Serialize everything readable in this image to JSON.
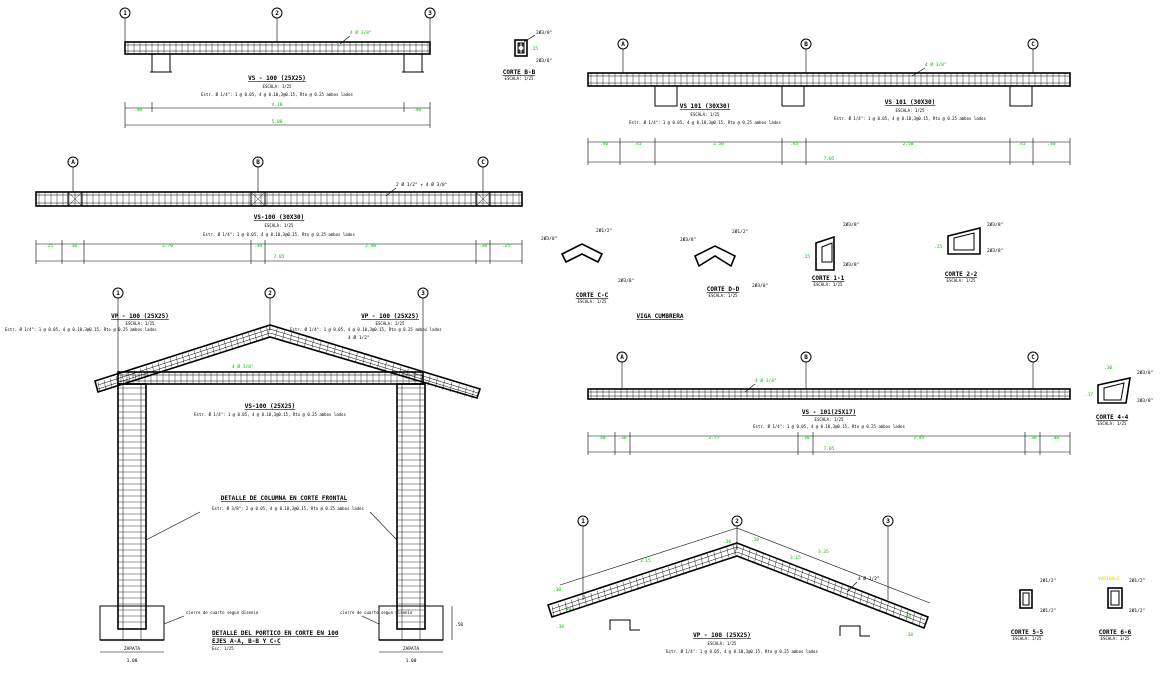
{
  "colors": {
    "dim_text": "#00c000",
    "highlight": "#d8d800",
    "line": "#000000"
  },
  "grid_labels": {
    "one": "1",
    "two": "2",
    "three": "3",
    "A": "A",
    "B": "B",
    "C": "C"
  },
  "beam_top_left": {
    "title": "VS - 100 (25X25)",
    "scale": "ESCALA: 1/25",
    "spec": "Estr. Ø 1/4\": 1 @ 0.05, 4 @ 0.10,3@0.15, Rto @ 0.25 ambos lados",
    "rebar_note": "4 Ø 3/8\"",
    "dims_top": [
      ".40",
      "4.10",
      ".40"
    ],
    "dim_total": "5.00"
  },
  "corte_top": {
    "title": "CORTE B-B",
    "scale": "ESCALA: 1/25",
    "bars_top": "2Ø3/8\"",
    "bars_bot": "2Ø3/8\"",
    "h": ".25"
  },
  "beam_top_right": {
    "title_left": "VS 101 (30X30)",
    "title_right": "VS 101 (30X30)",
    "scale": "ESCALA: 1/25",
    "spec_left": "Estr. Ø 1/4\": 1 @ 0.05, 4 @ 0.10,3@0.15, Rto @ 0.25 ambos lados",
    "spec_right": "Estr. Ø 1/4\": 1 @ 0.05, 4 @ 0.10,3@0.15, Rto @ 0.25 ambos lados",
    "rebar_note": "4 Ø 3/8\"",
    "dims": [
      ".40",
      ".45",
      "2.50",
      ".45",
      "2.50",
      ".45",
      ".40"
    ],
    "dim_total": "7.05"
  },
  "beam_mid_left": {
    "title": "VS-100 (30X30)",
    "scale": "ESCALA: 1/25",
    "spec": "Estr. Ø 1/4\": 1 @ 0.05, 4 @ 0.10,3@0.15, Rto @ 0.25 ambos lados",
    "rebar_note": "2 Ø 1/2\" + 4 Ø 3/8\"",
    "dims": [
      ".25",
      ".30",
      "2.70",
      ".30",
      "2.40",
      ".30",
      ".25"
    ],
    "dim_total": "7.05"
  },
  "cortes_mid": [
    {
      "title": "CORTE C-C",
      "scale": "ESCALA: 1/25",
      "n1": "2Ø1/2\"",
      "n2": "2Ø3/8\"",
      "n3": "2Ø3/8\""
    },
    {
      "title": "CORTE D-D",
      "scale": "ESCALA: 1/25",
      "n1": "2Ø1/2\"",
      "n2": "2Ø3/8\"",
      "n3": "2Ø3/8\""
    },
    {
      "title": "CORTE 1-1",
      "scale": "ESCALA: 1/25",
      "n1": "2Ø3/8\"",
      "n2": "2Ø3/8\"",
      "n3": ".25"
    },
    {
      "title": "CORTE 2-2",
      "scale": "ESCALA: 1/25",
      "n1": "2Ø3/8\"",
      "n2": "2Ø3/8\"",
      "n3": ".25"
    }
  ],
  "section_label": "VIGA CUMBRERA",
  "frame": {
    "vp_left_title": "VP - 100 (25X25)",
    "vp_left_scale": "ESCALA: 1/25",
    "vp_left_spec": "Estr. Ø 1/4\": 1 @ 0.05, 4 @ 0.10,3@0.15, Rto @ 0.25 ambos lados",
    "vp_right_title": "VP - 100 (25X25)",
    "vp_right_scale": "ESCALA: 1/25",
    "vp_right_spec": "Estr. Ø 1/4\": 1 @ 0.05, 4 @ 0.10,3@0.15, Rto @ 0.25 ambos lados",
    "tie_title": "VS-100 (25X25)",
    "tie_spec": "Estr. Ø 1/4\": 1 @ 0.05, 4 @ 0.10,3@0.15, Rto @ 0.25 ambos lados",
    "rebar_rafter": "4 Ø 1/2\"",
    "rebar_tie": "4 Ø 3/8\"",
    "column_title": "DETALLE DE COLUMNA EN CORTE FRONTAL",
    "column_spec": "Estr. Ø 3/8\": 2 @ 0.05, 4 @ 0.10,3@0.15, Rto @ 0.25 ambos lados",
    "footing_note_left": "cierre de cuarto segun disenio",
    "footing_note_right": "cierre de cuarto segun disenio",
    "footing_label_left": "ZAPATA",
    "footing_label_right": "ZAPATA",
    "footing_dim_left": "1.00",
    "footing_dim_right": "1.00",
    "footing_h": ".50",
    "detail_title": "DETALLE DEL PORTICO EN CORTE EN 100",
    "detail_sub": "EJES A-A, B-B Y C-C",
    "detail_scale": "Esc: 1/25"
  },
  "beam_bottom_right": {
    "title": "VS - 101(25X17)",
    "scale": "ESCALA: 1/25",
    "spec": "Estr. Ø 1/4\": 1 @ 0.05, 4 @ 0.10,3@0.15, Rto @ 0.25 ambos lados",
    "rebar_note": "4 Ø 3/8\"",
    "dims": [
      ".40",
      ".30",
      "2.77",
      ".30",
      "2.45",
      ".30",
      ".40"
    ],
    "dim_total": "7.05"
  },
  "corte_44": {
    "title": "CORTE 4-4",
    "scale": "ESCALA: 1/25",
    "n1": "2Ø3/8\"",
    "n2": "2Ø3/8\"",
    "w": ".30",
    "h": ".17"
  },
  "rafter_bottom": {
    "title": "VP - 100 (25X25)",
    "scale": "ESCALA: 1/25",
    "spec": "Estr. Ø 1/4\": 1 @ 0.05, 4 @ 0.10,3@0.15, Rto @ 0.25 ambos lados",
    "rebar_note": "4 Ø 1/2\"",
    "dims_left": [
      "3.15",
      ".30",
      ".30",
      ".30",
      ".30"
    ],
    "dims_right": [
      "3.15",
      "3.35",
      ".30",
      ".30",
      ".30"
    ]
  },
  "corte_small": [
    {
      "title": "CORTE 5-5",
      "scale": "ESCALA: 1/25",
      "n1": "2Ø1/2\"",
      "n2": "2Ø1/2\""
    },
    {
      "title": "CORTE 6-6",
      "scale": "ESCALA: 1/25",
      "n1": "2Ø1/2\"",
      "n2": "2Ø1/2\"",
      "tag": "VARIABLE"
    }
  ]
}
